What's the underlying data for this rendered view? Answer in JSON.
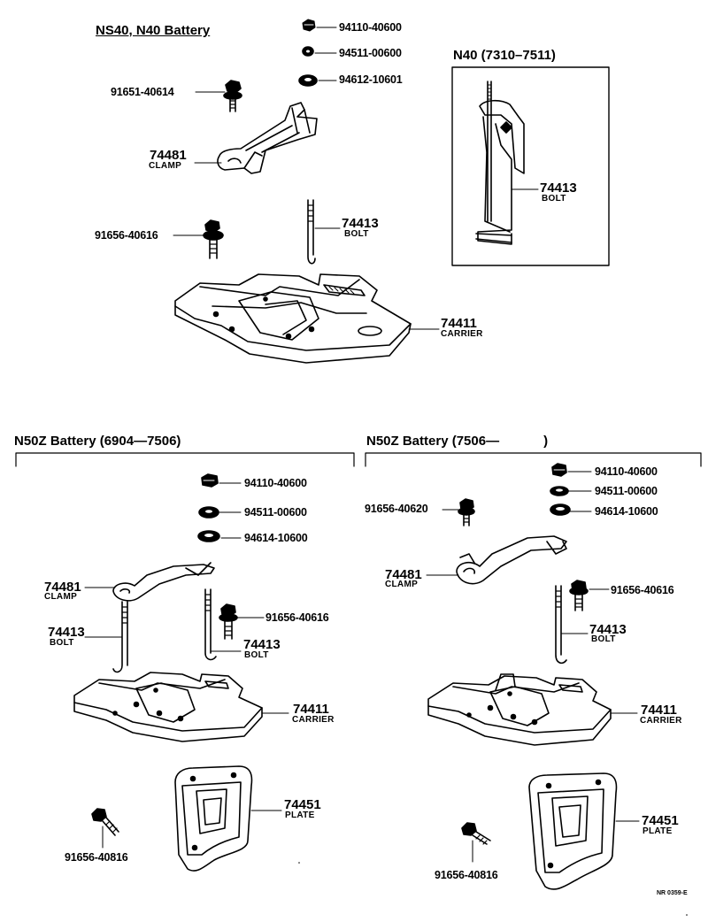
{
  "sections": {
    "top": {
      "heading": "NS40, N40 Battery",
      "fasteners": [
        "94110-40600",
        "94511-00600",
        "94612-10601"
      ],
      "bolt_top": "91651-40614",
      "clamp": {
        "number": "74481",
        "name": "CLAMP"
      },
      "bolt_mid": "91656-40616",
      "bolt": {
        "number": "74413",
        "name": "BOLT"
      },
      "carrier": {
        "number": "74411",
        "name": "CARRIER"
      }
    },
    "inset": {
      "heading": "N40 (7310–7511)",
      "bolt": {
        "number": "74413",
        "name": "BOLT"
      }
    },
    "left": {
      "heading": "N50Z Battery (6904—7506)",
      "fasteners": [
        "94110-40600",
        "94511-00600",
        "94614-10600"
      ],
      "clamp": {
        "number": "74481",
        "name": "CLAMP"
      },
      "side_bolt": "91656-40616",
      "bolt_a": {
        "number": "74413",
        "name": "BOLT"
      },
      "bolt_b": {
        "number": "74413",
        "name": "BOLT"
      },
      "carrier": {
        "number": "74411",
        "name": "CARRIER"
      },
      "plate": {
        "number": "74451",
        "name": "PLATE"
      },
      "plate_bolt": "91656-40816"
    },
    "right": {
      "heading": "N50Z Battery (7506—",
      "heading_end": ")",
      "fasteners": [
        "94110-40600",
        "94511-00600",
        "94614-10600"
      ],
      "top_bolt": "91656-40620",
      "clamp": {
        "number": "74481",
        "name": "CLAMP"
      },
      "side_bolt": "91656-40616",
      "bolt": {
        "number": "74413",
        "name": "BOLT"
      },
      "carrier": {
        "number": "74411",
        "name": "CARRIER"
      },
      "plate": {
        "number": "74451",
        "name": "PLATE"
      },
      "plate_bolt": "91656-40816"
    }
  },
  "footer_code": "NR 0359-E"
}
